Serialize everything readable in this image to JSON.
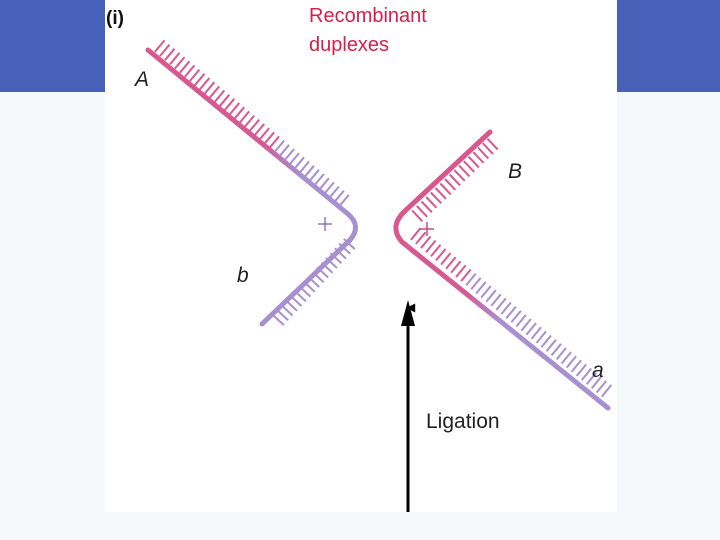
{
  "panel_label": "(i)",
  "title": {
    "line1": "Recombinant",
    "line2": "duplexes"
  },
  "end_labels": {
    "A": "A",
    "b": "b",
    "B": "B",
    "a": "a"
  },
  "arrow_label": "Ligation",
  "colors": {
    "accent_band": "#4760b8",
    "pink_strand": "#d9578f",
    "purple_strand": "#a78fd0",
    "title_red": "#d4204a"
  }
}
